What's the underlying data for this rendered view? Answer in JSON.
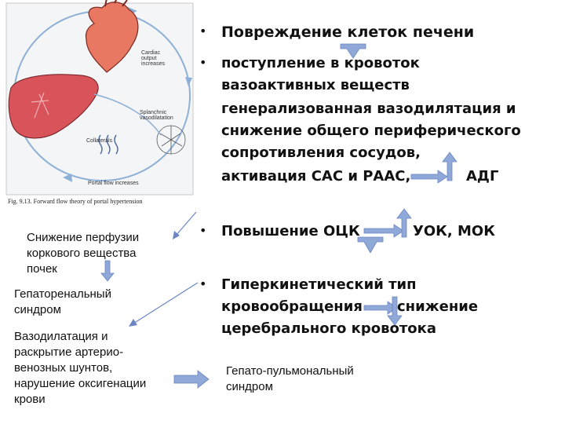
{
  "figure": {
    "labels": {
      "cardiac": "Cardiac\noutput\nincreases",
      "splanchnic": "Splanchnic\nvasodilatation",
      "collaterals": "Collaterals",
      "portal_flow": "Portal flow increases"
    },
    "caption": "Fig. 9.13.  Forward flow theory of portal hypertension"
  },
  "right": {
    "b1": "Повреждение клеток печени",
    "b2_l1": "поступление в кровоток",
    "b2_l2": "вазоактивных веществ",
    "b2_l3": "генерализованная вазодилятация и",
    "b2_l4": "снижение общего периферического",
    "b2_l5": "сопротивления сосудов,",
    "b2_l6a": "активация САС и РААС,",
    "b2_l6b": "АДГ",
    "b3a": "Повышение ОЦК",
    "b3b": "УОК, МОК",
    "b4_l1": "Гиперкинетический тип",
    "b4_l2a": "кровообращения",
    "b4_l2b": "снижение",
    "b4_l3": "церебрального кровотока",
    "hp_l1": "Гепато-пульмональный",
    "hp_l2": "синдром"
  },
  "left": {
    "p1_l1": "Снижение перфузии",
    "p1_l2": "коркового вещества",
    "p1_l3": "почек",
    "p2_l1": "Гепаторенальный",
    "p2_l2": "синдром",
    "p3_l1": "Вазодилатация и",
    "p3_l2": "раскрытие артерио-",
    "p3_l3": "венозных шунтов,",
    "p3_l4": "нарушение оксигенации",
    "p3_l5": "крови"
  },
  "colors": {
    "arrow": "#8fa8d8",
    "arrow_stroke": "#6b86c2",
    "heart": "#e87862",
    "liver": "#d9535a",
    "cycle": "#8fb0d6"
  }
}
